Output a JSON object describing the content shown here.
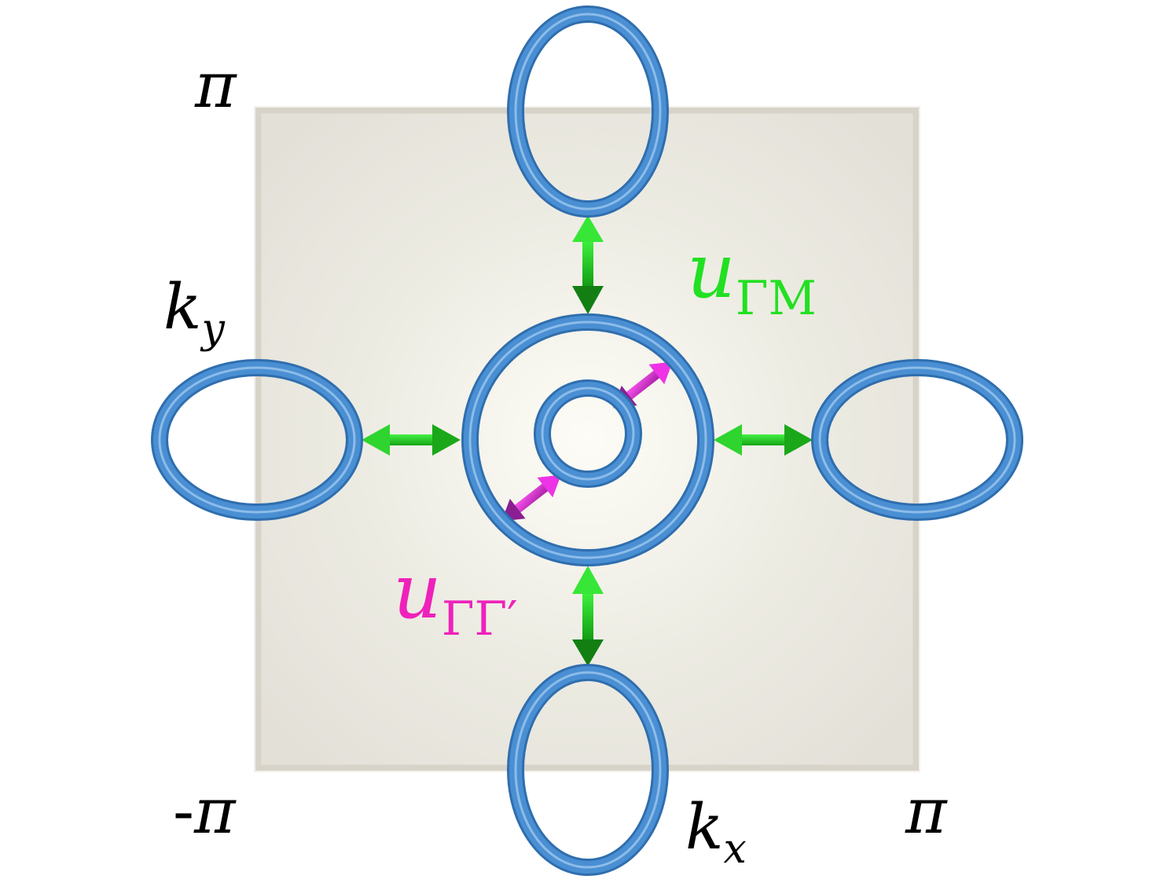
{
  "labels": {
    "ky_base": "k",
    "ky_sub": "y",
    "kx_base": "k",
    "kx_sub": "x",
    "pi_top": "π",
    "pi_bottom_right": "π",
    "neg_pi_sign": "-",
    "neg_pi_value": "π",
    "u_gm_base": "u",
    "u_gm_sub": "ΓM",
    "u_ggp_base": "u",
    "u_ggp_sub": "ΓΓ′"
  },
  "colors": {
    "pocket": "#4a8fd3",
    "pocket_dark": "#2f6eae",
    "pocket_light": "#9cc7ee",
    "arrow_gm": "#1fd41f",
    "arrow_gm_dark": "#0f7a0f",
    "arrow_ggp": "#ff33ee",
    "arrow_ggp_dark": "#8a1a8a",
    "label_gm": "#22e022",
    "label_ggp": "#ee22bb",
    "zone_fill": "#e6e3db",
    "zone_border": "#cfcac0",
    "text": "#000000"
  },
  "icons": {
    "pocket": "ring-torus-icon",
    "nesting_arrow": "double-headed-arrow-icon"
  }
}
